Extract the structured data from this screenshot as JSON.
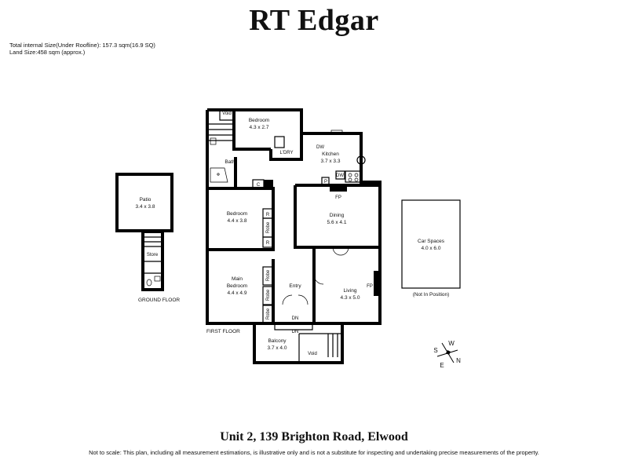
{
  "brand": "RT Edgar",
  "size_info": {
    "internal": "Total internal Size(Under Roofline): 157.3 sqm(16.9 SQ)",
    "land": "Land Size:458 sqm (approx.)"
  },
  "floors": {
    "ground": "GROUND FLOOR",
    "first": "FIRST FLOOR"
  },
  "rooms": {
    "bedroom_top": {
      "name": "Bedroom",
      "dims": "4.3 x 2.7"
    },
    "kitchen": {
      "name": "Kitchen",
      "dims": "3.7 x 3.3"
    },
    "bedroom_mid": {
      "name": "Bedroom",
      "dims": "4.4 x 3.8"
    },
    "dining": {
      "name": "Dining",
      "dims": "5.6 x 4.1"
    },
    "main_bedroom": {
      "name1": "Main",
      "name2": "Bedroom",
      "dims": "4.4 x 4.9"
    },
    "living": {
      "name": "Living",
      "dims": "4.3 x 5.0"
    },
    "balcony": {
      "name": "Balcony",
      "dims": "3.7 x 4.0"
    },
    "patio": {
      "name": "Patio",
      "dims": "3.4 x 3.8"
    },
    "car_spaces": {
      "name": "Car Spaces",
      "dims": "4.0 x 6.0",
      "note": "(Not In Position)"
    }
  },
  "labels": {
    "void_top": "Void",
    "void_balcony": "Void",
    "bath": "Bath",
    "laundry": "L'DRY",
    "entry": "Entry",
    "store": "Store",
    "cupboard": "C",
    "pantry": "P",
    "dishwasher": "DW",
    "dishwasher2": "DW",
    "fireplace": "FP",
    "fireplace_living": "FP",
    "robe": "Robe",
    "robe_r": "R",
    "down": "DN"
  },
  "compass": {
    "n": "N",
    "s": "S",
    "e": "E",
    "w": "W"
  },
  "address": "Unit 2, 139 Brighton Road, Elwood",
  "disclaimer": "Not to scale: This plan, including all measurement estimations, is illustrative only and is not a substitute for inspecting and  undertaking precise measurements of the property."
}
